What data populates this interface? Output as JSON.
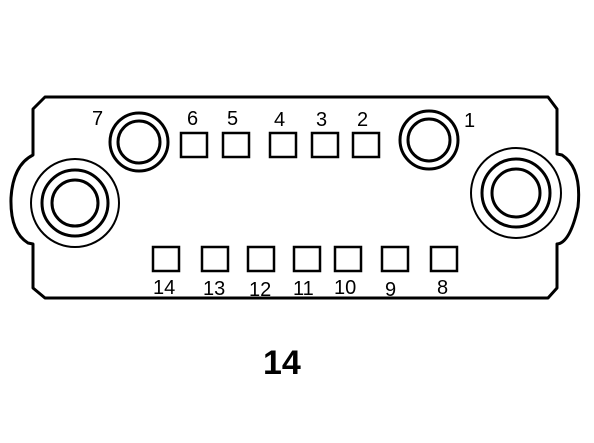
{
  "connector": {
    "top_pins": [
      {
        "id": "pin-1",
        "label": "1",
        "kind": "post"
      },
      {
        "id": "pin-2",
        "label": "2",
        "kind": "square"
      },
      {
        "id": "pin-3",
        "label": "3",
        "kind": "square"
      },
      {
        "id": "pin-4",
        "label": "4",
        "kind": "square"
      },
      {
        "id": "pin-5",
        "label": "5",
        "kind": "square"
      },
      {
        "id": "pin-6",
        "label": "6",
        "kind": "square"
      },
      {
        "id": "pin-7",
        "label": "7",
        "kind": "post"
      }
    ],
    "bottom_pins": [
      {
        "id": "pin-14",
        "label": "14"
      },
      {
        "id": "pin-13",
        "label": "13"
      },
      {
        "id": "pin-12",
        "label": "12"
      },
      {
        "id": "pin-11",
        "label": "11"
      },
      {
        "id": "pin-10",
        "label": "10"
      },
      {
        "id": "pin-9",
        "label": "9"
      },
      {
        "id": "pin-8",
        "label": "8"
      }
    ],
    "mounting_holes": [
      "left-mounting-hole",
      "right-mounting-hole"
    ]
  },
  "caption": "14",
  "colors": {
    "stroke": "#000000",
    "fill": "#ffffff"
  }
}
